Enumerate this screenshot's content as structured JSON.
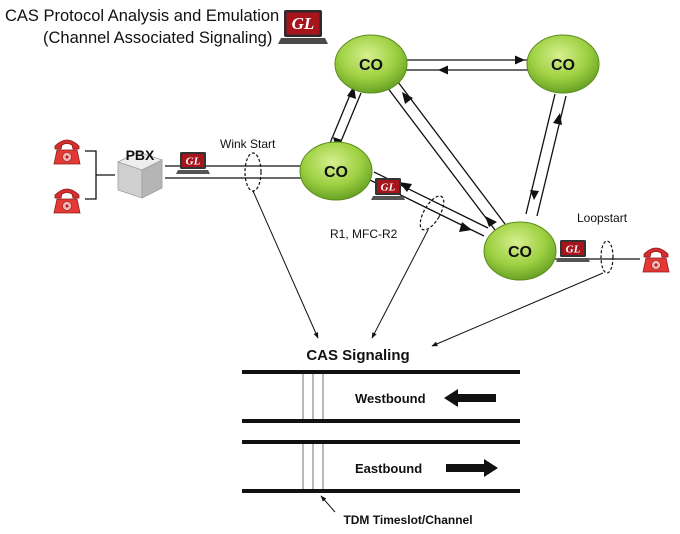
{
  "title": {
    "line1": "CAS Protocol Analysis and Emulation",
    "line2": "(Channel Associated Signaling)"
  },
  "logo_text": "GL",
  "nodes": {
    "pbx_label": "PBX",
    "co_label": "CO"
  },
  "labels": {
    "wink_start": "Wink Start",
    "r1_mfc": "R1, MFC-R2",
    "loopstart": "Loopstart"
  },
  "signaling": {
    "heading": "CAS Signaling",
    "westbound": "Westbound",
    "eastbound": "Eastbound",
    "timeslot": "TDM Timeslot/Channel"
  },
  "colors": {
    "co_green": "#8cc63f",
    "phone_red": "#d32f2f",
    "gl_red": "#a8141c"
  },
  "icons": [
    "telephone-icon",
    "building-icon",
    "laptop-icon",
    "arrow-left-icon",
    "arrow-right-icon"
  ]
}
